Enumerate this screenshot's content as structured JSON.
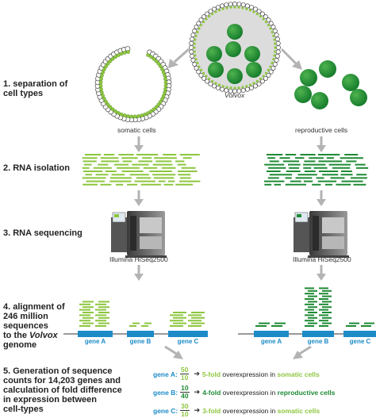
{
  "steps": {
    "s1": {
      "l1": "1. separation of",
      "l2": "cell types"
    },
    "s2": {
      "l1": "2. RNA isolation"
    },
    "s3": {
      "l1": "3. RNA sequencing"
    },
    "s4": {
      "l1": "4. alignment of",
      "l2": "246 million",
      "l3": "sequences",
      "l4a": "to the ",
      "l4b": "Volvox",
      "l5": "genome"
    },
    "s5": {
      "l1": "5. Generation of sequence",
      "l2": "counts for 14,203 genes and",
      "l3": "calculation of fold difference",
      "l4": "in expression between",
      "l5": "cell-types"
    }
  },
  "labels": {
    "volvox": "Volvox",
    "somatic": "somatic cells",
    "reproductive": "reproductive cells",
    "sequencer_left": "Illumina HiSeq2500",
    "sequencer_right": "Illumina HiSeq2500"
  },
  "genes_left": [
    "gene A",
    "gene B",
    "gene C"
  ],
  "genes_right": [
    "gene A",
    "gene B",
    "gene C"
  ],
  "results": [
    {
      "gene": "gene A:",
      "num": "50",
      "den": "10",
      "fold": "5-fold",
      "mid": " overexpression in ",
      "cell": "somatic cells",
      "color": "#8dc63f"
    },
    {
      "gene": "gene B:",
      "num": "10",
      "den": "40",
      "fold": "4-fold",
      "mid": " overexpression in ",
      "cell": "reproductive cells",
      "color": "#1e8a35"
    },
    {
      "gene": "gene C:",
      "num": "30",
      "den": "10",
      "fold": "3-fold",
      "mid": " overexpression in ",
      "cell": "somatic cells",
      "color": "#8dc63f"
    }
  ],
  "colors": {
    "light_green": "#8dc63f",
    "dark_green": "#1e8a35",
    "gene_blue": "#1d8bc7",
    "arrow_grey": "#b3b3b3"
  }
}
